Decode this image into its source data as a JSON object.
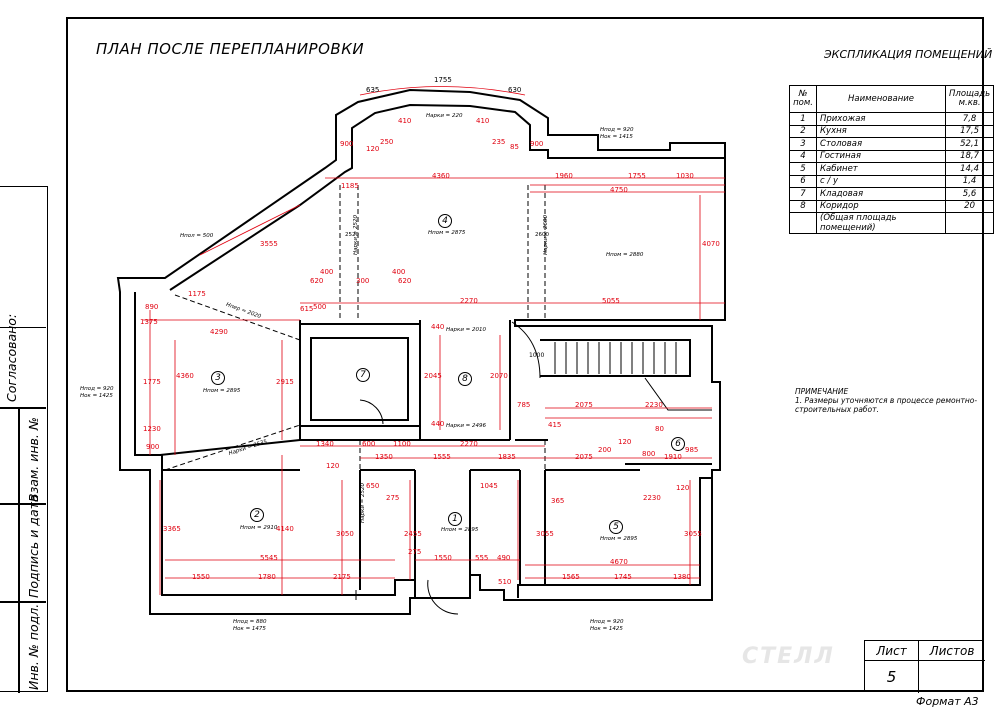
{
  "drawing": {
    "title": "ПЛАН ПОСЛЕ ПЕРЕПЛАНИРОВКИ",
    "format": "Формат А3",
    "sheet_label": "Лист",
    "sheets_label": "Листов",
    "sheet_number": "5",
    "logo_text": "СТЕЛЛ"
  },
  "side_stamp": {
    "agreed": "Согласовано:",
    "signature_date": "Подпись и дата",
    "inv_no_orig": "Инв. № подл.",
    "swap_inv": "Взам. инв. №"
  },
  "explication": {
    "title": "ЭКСПЛИКАЦИЯ ПОМЕЩЕНИЙ",
    "headers": [
      "№ пом.",
      "Наименование",
      "Площадь м.кв."
    ],
    "rows": [
      [
        "1",
        "Прихожая",
        "7,8"
      ],
      [
        "2",
        "Кухня",
        "17,5"
      ],
      [
        "3",
        "Столовая",
        "52,1"
      ],
      [
        "4",
        "Гостиная",
        "18,7"
      ],
      [
        "5",
        "Кабинет",
        "14,4"
      ],
      [
        "6",
        "с / у",
        "1,4"
      ],
      [
        "7",
        "Кладовая",
        "5,6"
      ],
      [
        "8",
        "Коридор",
        "20"
      ],
      [
        "",
        "(Общая площадь помещений)",
        ""
      ]
    ]
  },
  "note": {
    "title": "ПРИМЕЧАНИЕ",
    "text": "1. Размеры уточняются в процессе ремонтно-строительных работ."
  },
  "rooms": [
    "1",
    "2",
    "3",
    "4",
    "5",
    "6",
    "7",
    "8"
  ],
  "dims": {
    "top_1755": "1755",
    "d635": "635",
    "d630": "630",
    "d410a": "410",
    "d410b": "410",
    "d120": "120",
    "d250": "250",
    "d235": "235",
    "d85": "85",
    "d900a": "900",
    "d900b": "900",
    "d1185": "1185",
    "d3555": "3555",
    "d4360": "4360",
    "d1960": "1960",
    "d1755b": "1755",
    "d1030": "1030",
    "d4750": "4750",
    "d4070": "4070",
    "d2520": "2520",
    "d2600": "2600",
    "d400a": "400",
    "d300": "300",
    "d400b": "400",
    "d620a": "620",
    "d620b": "620",
    "d890": "890",
    "d1175": "1175",
    "d1375": "1375",
    "d4290": "4290",
    "d615": "615",
    "d500": "500",
    "d2270a": "2270",
    "d5055": "5055",
    "d1775": "1775",
    "d4360b": "4360",
    "d2915": "2915",
    "d1230": "1230",
    "d900c": "900",
    "d2045": "2045",
    "d2070": "2070",
    "d440a": "440",
    "d440b": "440",
    "d785a": "785",
    "d2075a": "2075",
    "d2230a": "2230",
    "d415": "415",
    "d1340": "1340",
    "d600": "600",
    "d1100": "1100",
    "d2270b": "2270",
    "d120b": "120",
    "d80": "80",
    "d200": "200",
    "d1350": "1350",
    "d1555": "1555",
    "d1835": "1835",
    "d2075b": "2075",
    "d800": "800",
    "d1910": "1910",
    "d985": "985",
    "d120c": "120",
    "d650": "650",
    "d275a": "275",
    "d1045": "1045",
    "d365": "365",
    "d2230b": "2230",
    "d120d": "120",
    "d3365": "3365",
    "d4140": "4140",
    "d3050": "3050",
    "d2455": "2455",
    "d3055a": "3055",
    "d3055b": "3055",
    "d275b": "275",
    "d1550a": "1550",
    "d555": "555",
    "d490": "490",
    "d5545": "5545",
    "d4670": "4670",
    "d1550b": "1550",
    "d1780": "1780",
    "d2175": "2175",
    "d510": "510",
    "d1565": "1565",
    "d1745": "1745",
    "d1380": "1380"
  },
  "heights": {
    "h_arch": "Hарки = 220",
    "h_win_top": "Hпод = 920",
    "h_win_top2": "Hок = 1415",
    "h_floor": "Hпол = 500",
    "h4": "Hпом = 2875",
    "h_big": "Hпом = 2880",
    "h3": "Hпом = 2895",
    "h_left1": "Hпод = 920",
    "h_left2": "Hок = 1425",
    "h_corr1": "Hпер = 2020",
    "h_corr2": "Hарки = 2010",
    "h_corr3": "Hарки = 2496",
    "h_corr4": "Hарки = 2535",
    "h2": "Hпом = 2910",
    "h1": "Hпом = 2895",
    "h5": "Hпом = 2895",
    "h_bot1": "Hпод = 880",
    "h_bot2": "Hок = 1475",
    "h_bot3": "Hпод = 920",
    "h_bot4": "Hок = 1425",
    "h_v1": "Hарки = 2520",
    "h_v2": "Hарки = 2600",
    "h_v3": "Hарки = 2520"
  },
  "stair": {
    "n1": "1000"
  },
  "colors": {
    "dim": "#e0000f",
    "wall": "#000000"
  }
}
